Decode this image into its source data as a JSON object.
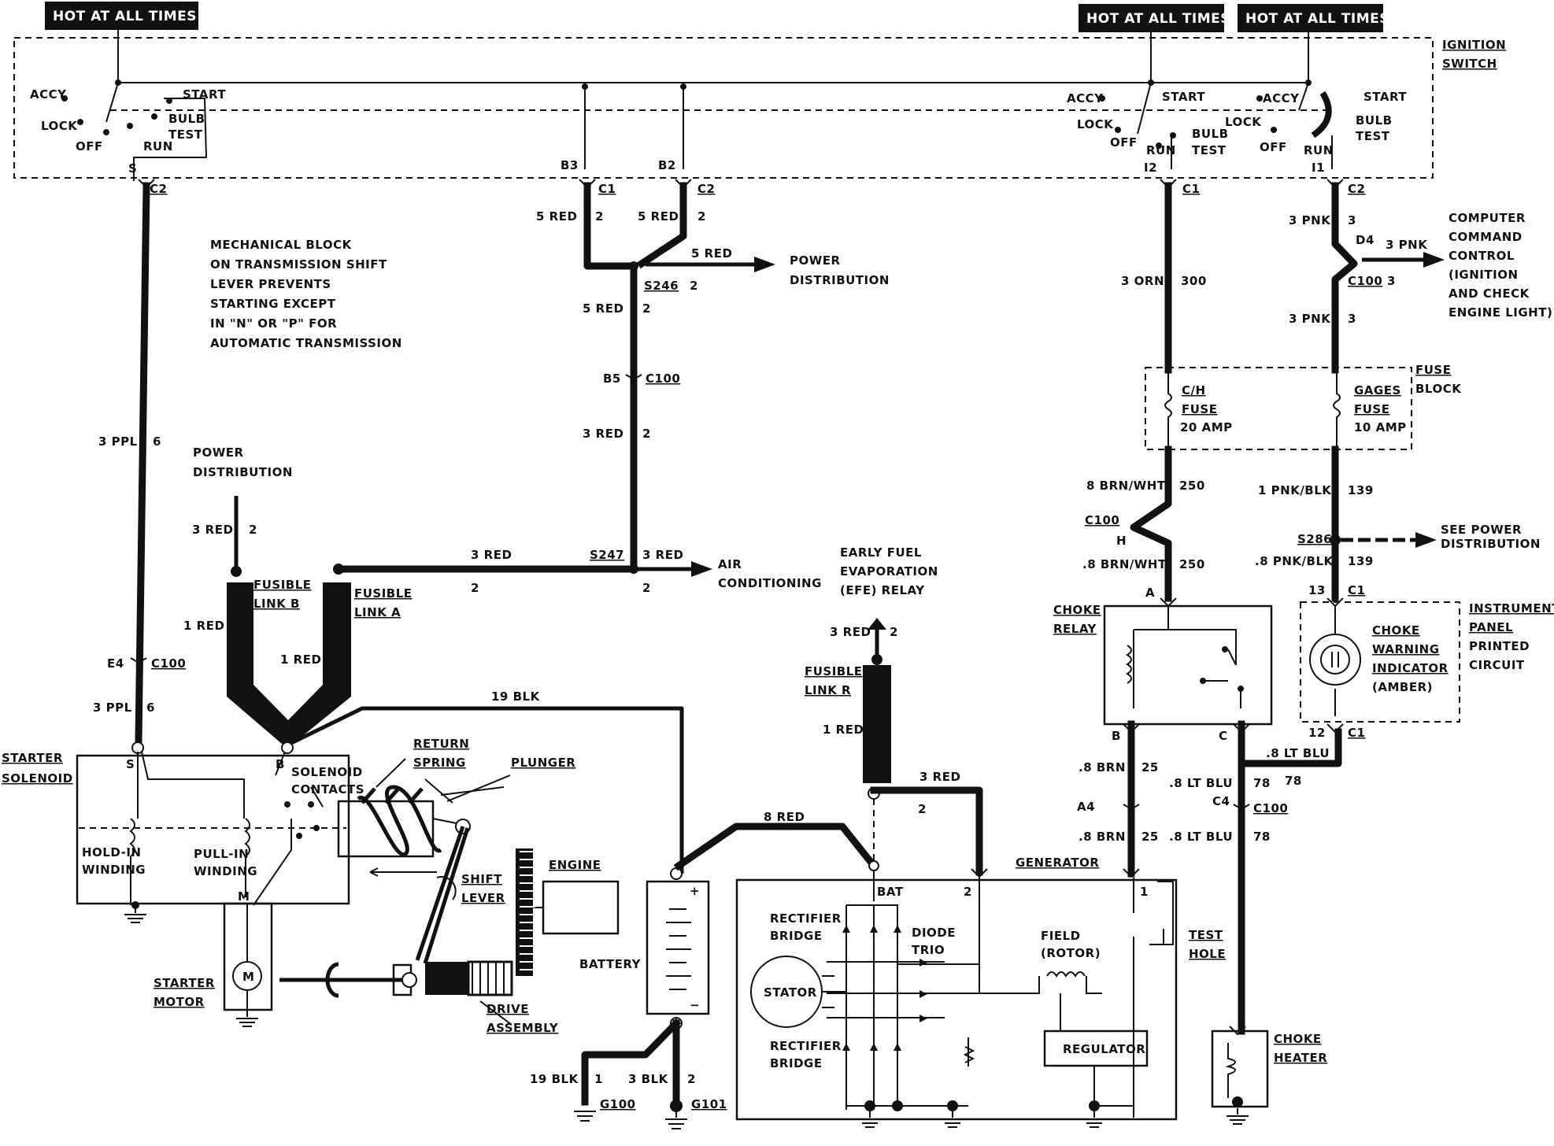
{
  "banners": {
    "hot_left": "HOT AT ALL TIMES",
    "hot_right_1": "HOT AT ALL TIMES",
    "hot_right_2": "HOT AT ALL TIMES"
  },
  "ignition_switch": {
    "label_1": "IGNITION",
    "label_2": "SWITCH",
    "left": {
      "accy": "ACCY",
      "lock": "LOCK",
      "off": "OFF",
      "run": "RUN",
      "start": "START",
      "bulb": "BULB",
      "test": "TEST",
      "terminal": "S"
    },
    "mid_terminals": [
      "B3",
      "B2"
    ],
    "right1": {
      "accy": "ACCY",
      "start": "START",
      "lock": "LOCK",
      "off": "OFF",
      "run": "RUN",
      "bulb": "BULB",
      "test": "TEST",
      "terminal": "I2"
    },
    "right2": {
      "accy": "ACCY",
      "start": "START",
      "lock": "LOCK",
      "off": "OFF",
      "run": "RUN",
      "bulb": "BULB",
      "test": "TEST",
      "terminal": "I1"
    }
  },
  "connectors": {
    "c2_a": "C2",
    "c1_a": "C1",
    "c2_b": "C2",
    "c1_b": "C1",
    "c2_c": "C2",
    "b5": "B5",
    "c100_a": "C100",
    "e4": "E4",
    "c100_b": "C100",
    "c100_c": "C100",
    "h": "H",
    "c100_d": "C100",
    "a": "A",
    "b": "B",
    "c": "C",
    "a4": "A4",
    "c4": "C4",
    "c100_e": "C100",
    "n13": "13",
    "c1_c": "C1",
    "n12": "12",
    "c1_d": "C1",
    "s246": "S246",
    "s247": "S247",
    "s286": "S286",
    "d4": "D4"
  },
  "wires": {
    "ppl_top": "3 PPL",
    "ppl_top_n": "6",
    "ppl_bot": "3 PPL",
    "ppl_bot_n": "6",
    "red5_a": "5 RED",
    "red5_a_n": "2",
    "red5_b": "5 RED",
    "red5_b_n": "2",
    "red5_c": "5 RED",
    "red5_d": "5 RED",
    "red5_d_n": "2",
    "s246_n": "2",
    "red3_a": "3 RED",
    "red3_a_n": "2",
    "red3_pd": "3 RED",
    "red3_pd_n": "2",
    "red3_h": "3 RED",
    "red3_h_n": "2",
    "red3_ac": "3 RED",
    "red3_ac_n": "2",
    "red1_a": "1 RED",
    "red1_b": "1 RED",
    "blk19": "19 BLK",
    "red8": "8 RED",
    "red3_efe": "3 RED",
    "red3_efe_n": "2",
    "red1_r": "1 RED",
    "red3_gen": "3 RED",
    "red3_gen_n": "2",
    "blk19_g": "19 BLK",
    "blk19_g_n": "1",
    "blk3_g": "3 BLK",
    "blk3_g_n": "2",
    "orn3": "3 ORN",
    "orn3_n": "300",
    "brnwht8_a": "8 BRN/WHT",
    "brnwht8_a_n": "250",
    "brnwht8_b": ".8 BRN/WHT",
    "brnwht8_b_n": "250",
    "pnk3_a": "3 PNK",
    "pnk3_a_n": "3",
    "pnk3_b": "3 PNK",
    "pnk3_c_n": "3",
    "pnk3_c": "3 PNK",
    "pnk3_b_n": "3",
    "pnkblk1": "1 PNK/BLK",
    "pnkblk1_n": "139",
    "pnkblk8": ".8 PNK/BLK",
    "pnkblk8_n": "139",
    "brn8_a": ".8 BRN",
    "brn8_a_n": "25",
    "brn8_b": ".8 BRN",
    "brn8_b_n": "25",
    "ltblu8_a": ".8 LT BLU",
    "ltblu8_a_n": "78",
    "ltblu8_b": ".8 LT BLU",
    "ltblu8_b_n": "78",
    "ltblu8_c": ".8 LT BLU",
    "ltblu8_c_n": "78"
  },
  "notes": {
    "mech_block": [
      "MECHANICAL BLOCK",
      "ON TRANSMISSION SHIFT",
      "LEVER PREVENTS",
      "STARTING EXCEPT",
      "IN \"N\" OR \"P\" FOR",
      "AUTOMATIC TRANSMISSION"
    ],
    "power_dist_a": [
      "POWER",
      "DISTRIBUTION"
    ],
    "power_dist_b": [
      "POWER",
      "DISTRIBUTION"
    ],
    "air_cond": [
      "AIR",
      "CONDITIONING"
    ],
    "efe": [
      "EARLY FUEL",
      "EVAPORATION",
      "(EFE) RELAY"
    ],
    "computer": [
      "COMPUTER",
      "COMMAND",
      "CONTROL",
      "(IGNITION",
      "AND CHECK",
      "ENGINE LIGHT)"
    ],
    "see_power": [
      "SEE POWER",
      "DISTRIBUTION"
    ]
  },
  "components": {
    "fusible_b": [
      "FUSIBLE",
      "LINK B"
    ],
    "fusible_a": [
      "FUSIBLE",
      "LINK A"
    ],
    "fusible_r": [
      "FUSIBLE",
      "LINK R"
    ],
    "starter_solenoid": [
      "STARTER",
      "SOLENOID"
    ],
    "solenoid_s": "S",
    "solenoid_b": "B",
    "solenoid_m": "M",
    "hold_in": [
      "HOLD-IN",
      "WINDING"
    ],
    "pull_in": [
      "PULL-IN",
      "WINDING"
    ],
    "solenoid_contacts": [
      "SOLENOID",
      "CONTACTS"
    ],
    "return_spring": [
      "RETURN",
      "SPRING"
    ],
    "plunger": "PLUNGER",
    "shift_lever": [
      "SHIFT",
      "LEVER"
    ],
    "engine": "ENGINE",
    "starter_motor": [
      "STARTER",
      "MOTOR"
    ],
    "motor_m": "M",
    "drive_assembly": [
      "DRIVE",
      "ASSEMBLY"
    ],
    "battery": "BATTERY",
    "g100": "G100",
    "g101": "G101",
    "generator": "GENERATOR",
    "gen_bat": "BAT",
    "gen_2": "2",
    "gen_1": "1",
    "rect_top": [
      "RECTIFIER",
      "BRIDGE"
    ],
    "rect_bot": [
      "RECTIFIER",
      "BRIDGE"
    ],
    "diode_trio": [
      "DIODE",
      "TRIO"
    ],
    "stator": "STATOR",
    "field": [
      "FIELD",
      "(ROTOR)"
    ],
    "regulator": "REGULATOR",
    "test_hole": [
      "TEST",
      "HOLE"
    ],
    "choke_relay": [
      "CHOKE",
      "RELAY"
    ],
    "choke_heater": [
      "CHOKE",
      "HEATER"
    ],
    "fuse_block": [
      "FUSE",
      "BLOCK"
    ],
    "ch_fuse": [
      "C/H",
      "FUSE",
      "20 AMP"
    ],
    "gages_fuse": [
      "GAGES",
      "FUSE",
      "10 AMP"
    ],
    "choke_warning": [
      "CHOKE",
      "WARNING",
      "INDICATOR",
      "(AMBER)"
    ],
    "ip_circuit": [
      "INSTRUMENT",
      "PANEL",
      "PRINTED",
      "CIRCUIT"
    ]
  }
}
